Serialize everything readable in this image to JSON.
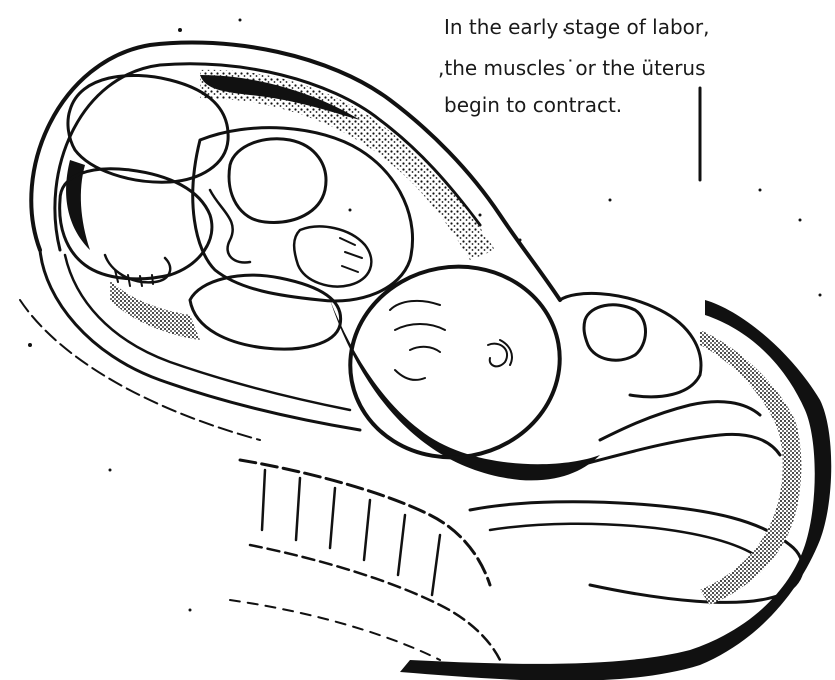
{
  "caption": {
    "lines": [
      "In the early stage of labor,",
      ",the muscles˙or the üterus",
      "begin  to contract."
    ]
  },
  "colors": {
    "ink": "#111111",
    "paper": "#ffffff"
  }
}
